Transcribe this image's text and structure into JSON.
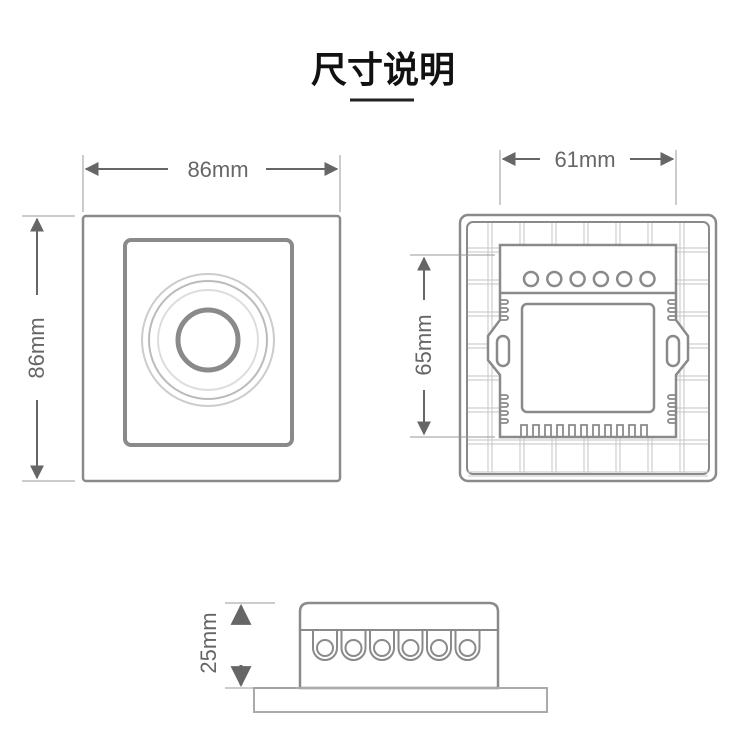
{
  "title": "尺寸说明",
  "front_view": {
    "width_label": "86mm",
    "height_label": "86mm"
  },
  "back_view": {
    "width_label": "61mm",
    "height_label": "65mm"
  },
  "side_view": {
    "depth_label": "25mm",
    "terminal_count": 6
  },
  "colors": {
    "line": "#8a8a8a",
    "grid": "#cfcfcf",
    "arrow": "#666666",
    "title": "#111111"
  }
}
